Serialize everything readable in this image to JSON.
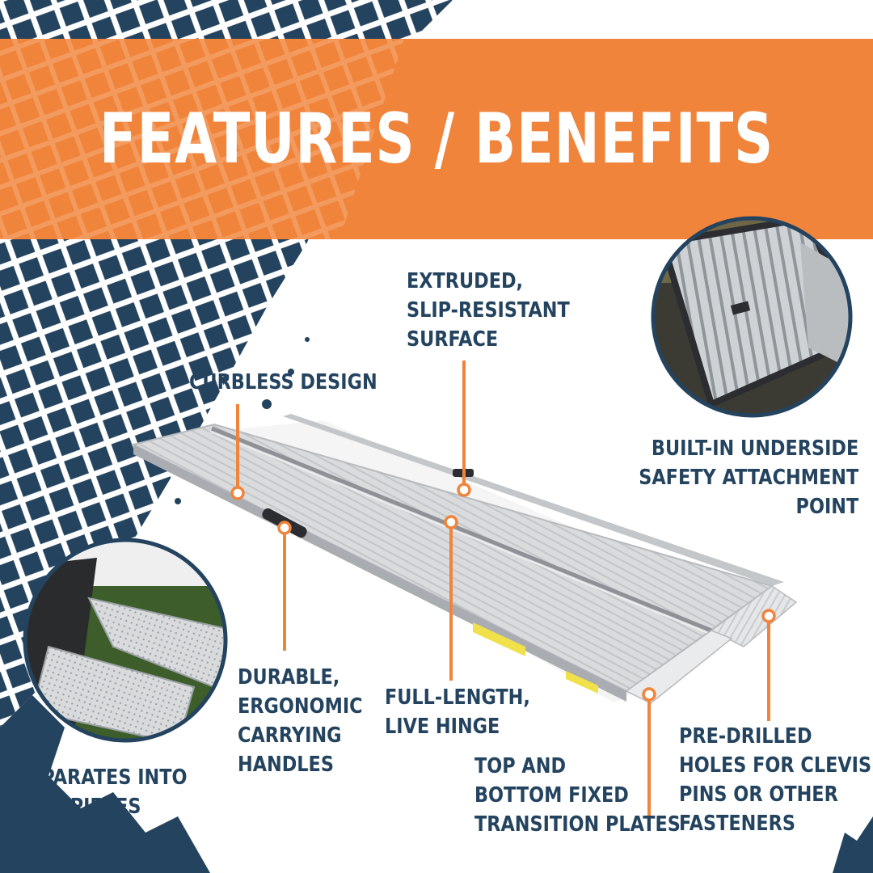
{
  "header": {
    "title": "FEATURES / BENEFITS"
  },
  "features": [
    {
      "id": "extruded",
      "lines": [
        "EXTRUDED,",
        "SLIP-RESISTANT",
        "SURFACE"
      ]
    },
    {
      "id": "curbless",
      "lines": [
        "CURBLESS DESIGN"
      ]
    },
    {
      "id": "underside",
      "lines": [
        "BUILT-IN UNDERSIDE",
        "SAFETY ATTACHMENT",
        "POINT"
      ]
    },
    {
      "id": "handles",
      "lines": [
        "DURABLE,",
        "ERGONOMIC",
        "CARRYING",
        "HANDLES"
      ]
    },
    {
      "id": "hinge",
      "lines": [
        "FULL-LENGTH,",
        "LIVE HINGE"
      ]
    },
    {
      "id": "separates",
      "lines": [
        "SEPARATES INTO",
        "TWO PIECES"
      ]
    },
    {
      "id": "plates",
      "lines": [
        "TOP AND",
        "BOTTOM FIXED",
        "TRANSITION PLATES"
      ]
    },
    {
      "id": "holes",
      "lines": [
        "PRE-DRILLED",
        "HOLES FOR CLEVIS",
        "PINS OR OTHER",
        "FASTENERS"
      ]
    }
  ],
  "colors": {
    "accent": "#f0843b",
    "navy": "#24435f",
    "silver": "#d4d6d8",
    "background": "#ffffff"
  }
}
